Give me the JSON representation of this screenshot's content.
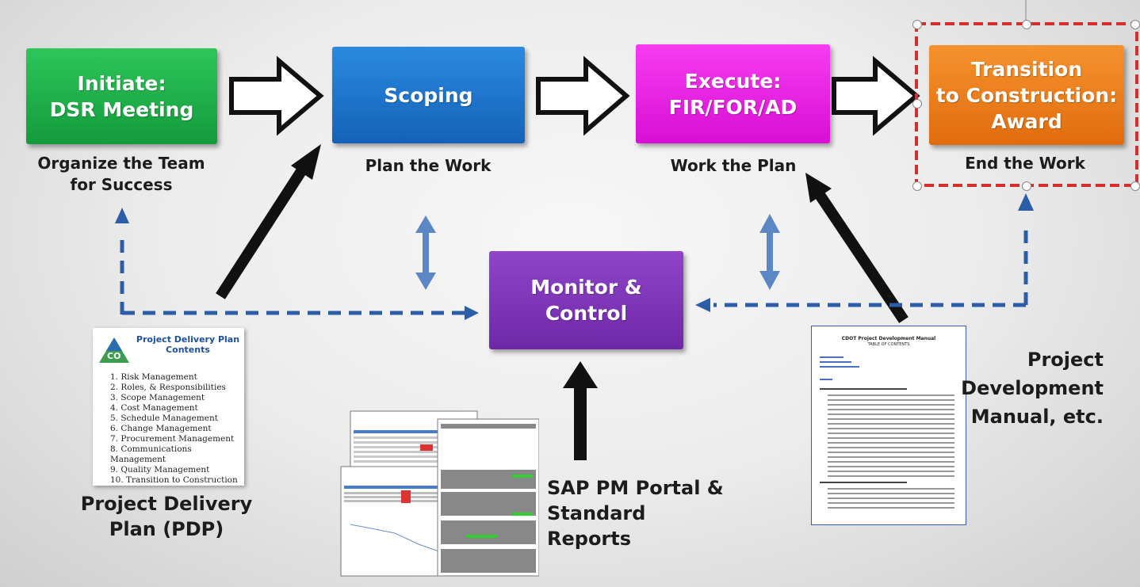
{
  "stages": [
    {
      "line1": "Initiate:",
      "line2": "DSR Meeting",
      "caption1": "Organize the Team",
      "caption2": "for Success",
      "color": "#1fb34a"
    },
    {
      "line1": "Scoping",
      "caption1": "Plan the Work",
      "color": "#1c78d0"
    },
    {
      "line1": "Execute:",
      "line2": "FIR/FOR/AD",
      "caption1": "Work the Plan",
      "color": "#ee1de8"
    },
    {
      "line1": "Transition",
      "line2": "to Construction:",
      "line3": "Award",
      "caption1": "End the Work",
      "color": "#f07f1a"
    }
  ],
  "monitor": {
    "line1": "Monitor &",
    "line2": "Control",
    "color": "#7d33b5"
  },
  "pdp": {
    "title1": "Project Delivery Plan",
    "title2": "Contents",
    "logo_text": "CO",
    "items": [
      "1.  Risk Management",
      "2.  Roles, & Responsibilities",
      "3.  Scope Management",
      "4.  Cost Management",
      "5.  Schedule Management",
      "6.  Change Management",
      "7.  Procurement Management",
      "8.  Communications Management",
      "9.  Quality Management",
      "10. Transition to Construction"
    ],
    "caption1": "Project Delivery",
    "caption2": "Plan (PDP)"
  },
  "sap": {
    "caption1": "SAP PM Portal &",
    "caption2": "Standard Reports"
  },
  "manual": {
    "title": "CDOT Project Development Manual",
    "subtitle": "TABLE OF CONTENTS",
    "caption1": "Project",
    "caption2": "Development",
    "caption3": "Manual, etc."
  },
  "colors": {
    "dashed": "#2e5da8",
    "arrow_light": "#5b87c5",
    "selection": "#d42f2f"
  }
}
